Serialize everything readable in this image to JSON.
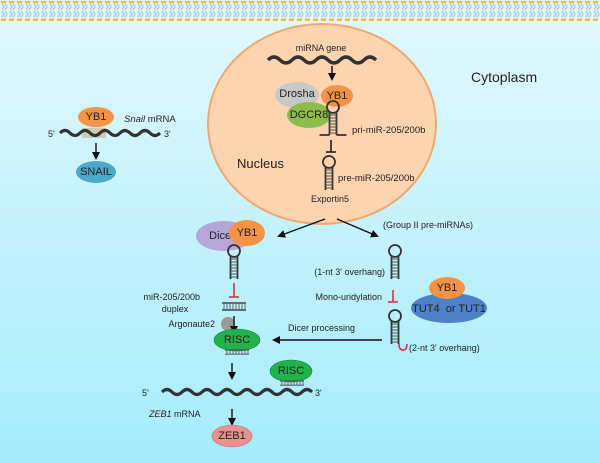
{
  "title": "YB1 regulation of miR-205/200b biogenesis and ZEB1 / SNAIL expression",
  "colors": {
    "cytoplasm_top": "#e3f8fd",
    "cytoplasm_bottom": "#a5ecfc",
    "nucleus_fill": "#fdd4b0",
    "nucleus_stroke": "#f0a870",
    "membrane_lipid": "#a9c6dc",
    "membrane_head": "#f5b932",
    "yb1": "#f39343",
    "drosha": "#c8c8c8",
    "dgcr8": "#8cbc4a",
    "snail": "#4aa8c8",
    "dicer": "#b6a6d8",
    "tut": "#4e82c8",
    "risc": "#22b24c",
    "zeb1": "#e99090",
    "argonaute": "#9a9a9a",
    "inhibit": "#e0353a",
    "uridine": "#e0353a"
  },
  "compartments": {
    "cytoplasm": "Cytoplasm",
    "nucleus": "Nucleus"
  },
  "nucleus": {
    "gene_label": "miRNA gene",
    "drosha": "Drosha",
    "yb1": "YB1",
    "dgcr8": "DGCR8",
    "pri_mirna": "pri-miR-205/200b",
    "pre_mirna": "pre-miR-205/200b",
    "exportin": "Exportin5"
  },
  "snail_branch": {
    "yb1": "YB1",
    "mrna_label_italic": "Snail",
    "mrna_label_rest": " mRNA",
    "five_prime": "5'",
    "three_prime": "3'",
    "protein": "SNAIL"
  },
  "dicer_branch": {
    "dicer": "Dicer",
    "yb1": "YB1",
    "duplex_line1": "miR-205/200b",
    "duplex_line2": "duplex",
    "argonaute": "Argonaute2",
    "risc": "RISC"
  },
  "group2_branch": {
    "header": "(Group II pre-miRNAs)",
    "overhang1": "(1-nt 3' overhang)",
    "mono_uridylation": "Mono-uridylation",
    "yb1": "YB1",
    "tut": "TUT4  or TUT1",
    "overhang2": "(2-nt 3' overhang)",
    "uridine": "U",
    "dicer_processing": "Dicer processing"
  },
  "zeb1_branch": {
    "risc": "RISC",
    "five_prime": "5'",
    "three_prime": "3'",
    "mrna_label_italic": "ZEB1",
    "mrna_label_rest": " mRNA",
    "protein": "ZEB1"
  }
}
